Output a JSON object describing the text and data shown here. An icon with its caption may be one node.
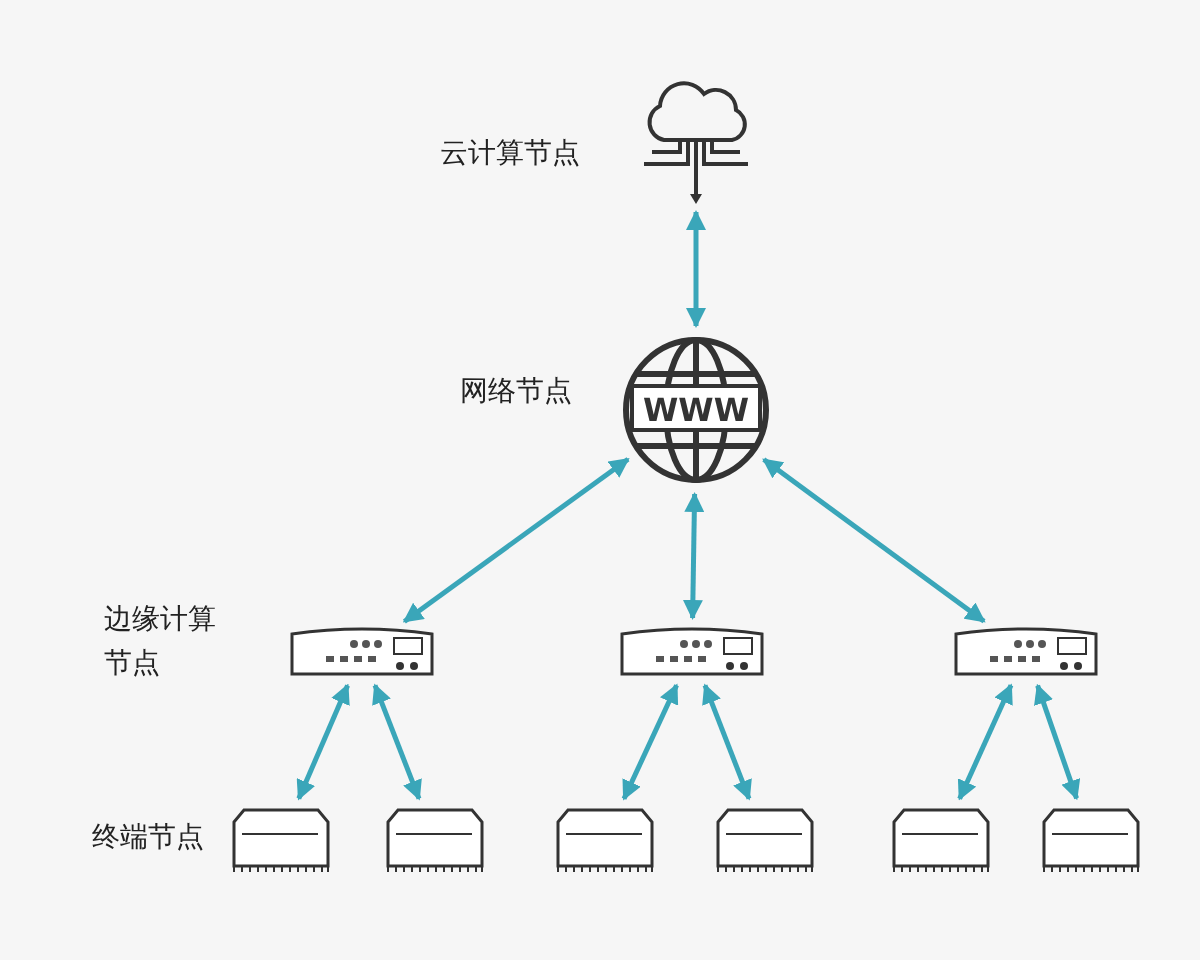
{
  "diagram": {
    "nodes": [
      {
        "text": [],
        "shape": "cloud",
        "beside": [
          "云计算节点"
        ]
      },
      {
        "text": [
          "WWW"
        ],
        "beside": [
          "网络节点"
        ]
      },
      {
        "text": [],
        "shape": "box"
      },
      {
        "text": [],
        "shape": "box"
      },
      {
        "text": [],
        "shape": "box"
      },
      {
        "text": [],
        "shape": "box"
      },
      {
        "text": [],
        "shape": "box"
      },
      {
        "text": [],
        "shape": "box"
      },
      {
        "text": [],
        "shape": "box"
      },
      {
        "text": [],
        "shape": "box"
      },
      {
        "text": [],
        "shape": "box"
      }
    ],
    "edges": [
      {
        "from": 0,
        "to": 1,
        "arrow": "both"
      },
      {
        "from": 1,
        "to": 2,
        "arrow": "both"
      },
      {
        "from": 1,
        "to": 3,
        "arrow": "both"
      },
      {
        "from": 1,
        "to": 4,
        "arrow": "both"
      },
      {
        "from": 2,
        "to": 5,
        "arrow": "both"
      },
      {
        "from": 2,
        "to": 6,
        "arrow": "both"
      },
      {
        "from": 3,
        "to": 7,
        "arrow": "both"
      },
      {
        "from": 3,
        "to": 8,
        "arrow": "both"
      },
      {
        "from": 4,
        "to": 9,
        "arrow": "both"
      },
      {
        "from": 4,
        "to": 10,
        "arrow": "both"
      }
    ],
    "labels": [
      "边缘计算节点",
      "终端节点"
    ]
  }
}
